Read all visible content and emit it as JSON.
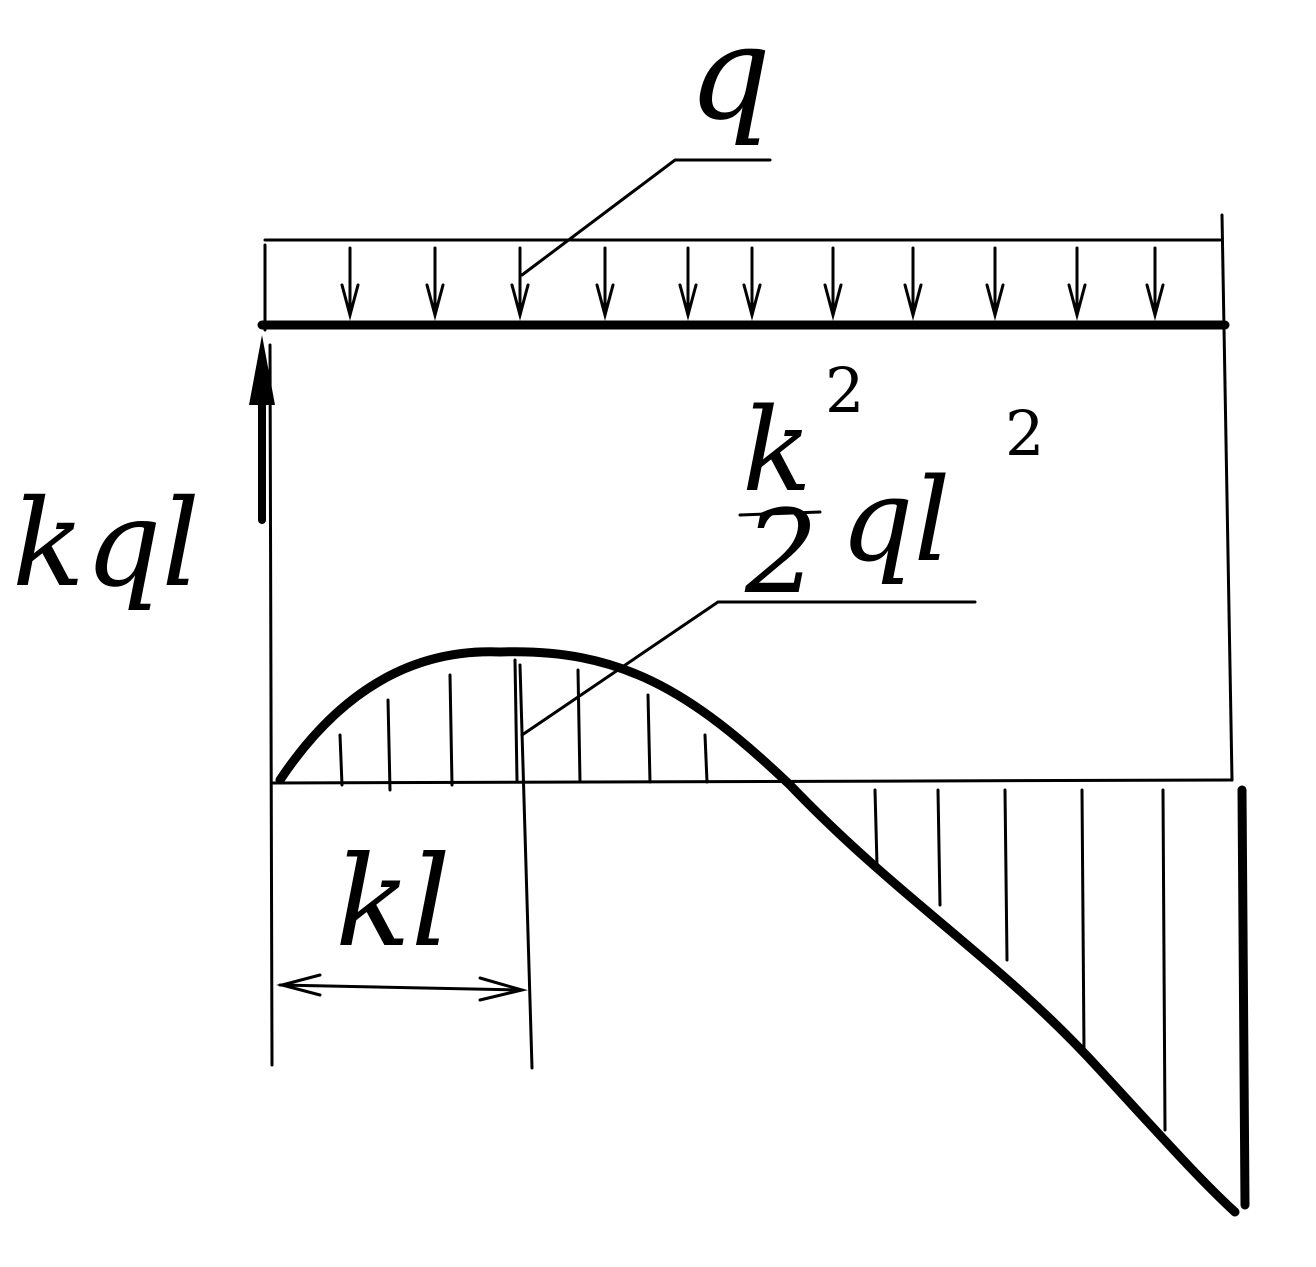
{
  "labels": {
    "load": "q",
    "reaction": "kql",
    "moment_num": "k",
    "moment_num_exp": "2",
    "moment_den": "2",
    "moment_rest": "ql",
    "moment_rest_exp": "2",
    "distance": "kl"
  }
}
